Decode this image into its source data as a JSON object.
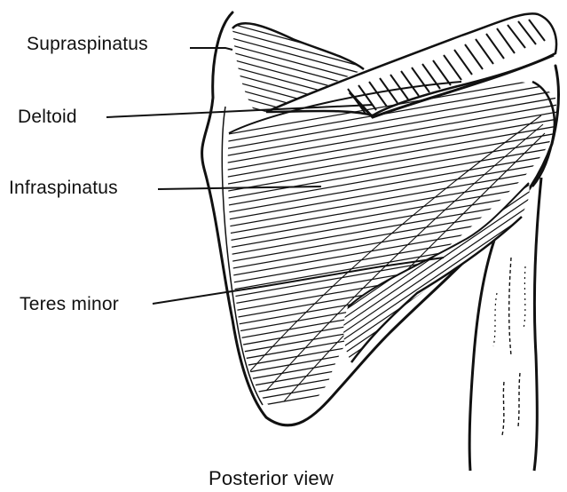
{
  "diagram": {
    "labels": {
      "supraspinatus": "Supraspinatus",
      "deltoid": "Deltoid",
      "infraspinatus": "Infraspinatus",
      "teres_minor": "Teres minor"
    },
    "caption": "Posterior view"
  },
  "colors": {
    "ink": "#111111",
    "paper": "#ffffff"
  }
}
